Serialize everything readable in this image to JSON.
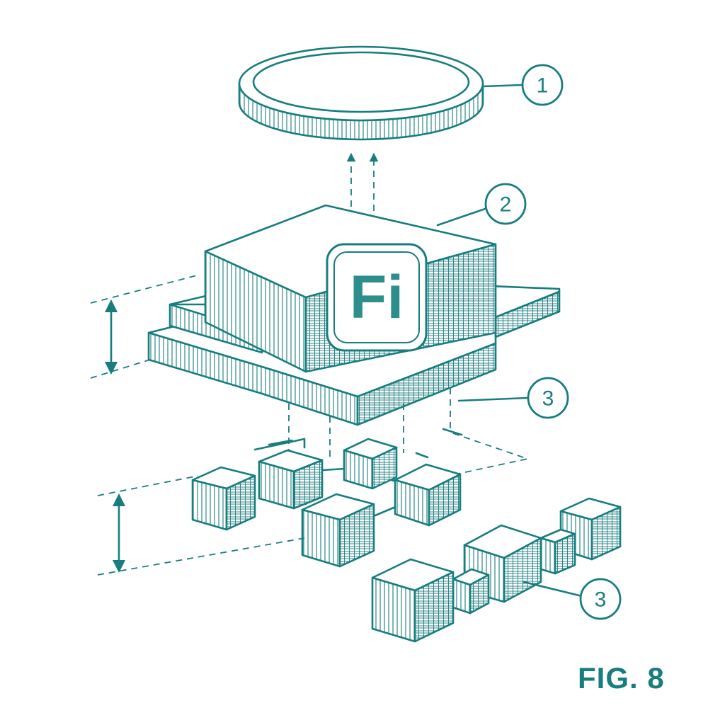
{
  "colors": {
    "ink": "#187d7e",
    "logo_ink": "#2d8f8c",
    "logo_fill": "#ffffff"
  },
  "logo": {
    "text": "Fi",
    "icon": "fi-logo-icon"
  },
  "callouts": [
    {
      "label": "1"
    },
    {
      "label": "2"
    },
    {
      "label": "3"
    },
    {
      "label": "3"
    }
  ],
  "figure_label": "FIG. 8"
}
